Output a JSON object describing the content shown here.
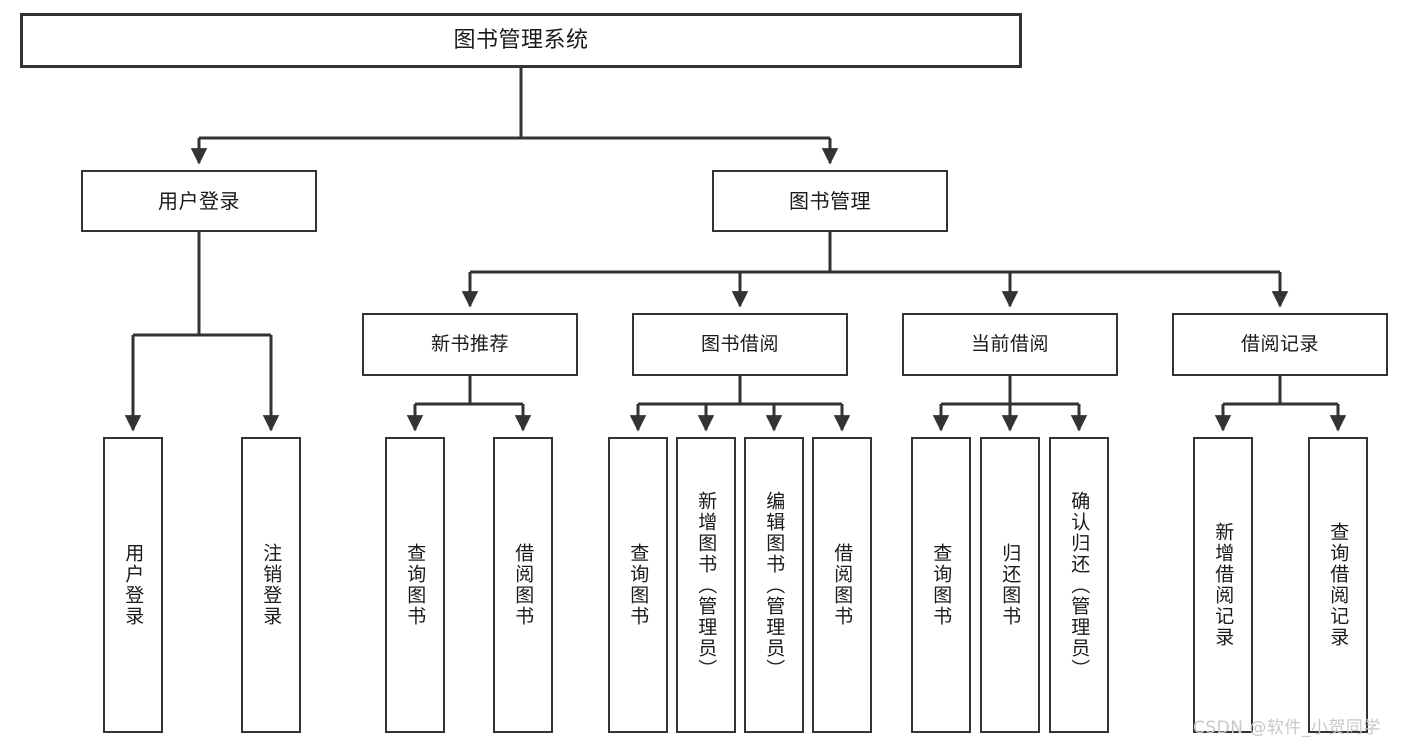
{
  "diagram": {
    "title": "图书管理系统",
    "type": "功能结构图",
    "root": {
      "id": "root",
      "label": "图书管理系统"
    },
    "level1": [
      {
        "id": "user-login",
        "label": "用户登录"
      },
      {
        "id": "book-manage",
        "label": "图书管理"
      }
    ],
    "level2": [
      {
        "id": "new-book-rec",
        "label": "新书推荐",
        "parent": "book-manage"
      },
      {
        "id": "book-borrow",
        "label": "图书借阅",
        "parent": "book-manage"
      },
      {
        "id": "current-borrow",
        "label": "当前借阅",
        "parent": "book-manage"
      },
      {
        "id": "borrow-record",
        "label": "借阅记录",
        "parent": "book-manage"
      }
    ],
    "leaves": [
      {
        "id": "leaf-user-login",
        "label": "用户登录",
        "parent": "user-login"
      },
      {
        "id": "leaf-logout",
        "label": "注销登录",
        "parent": "user-login"
      },
      {
        "id": "leaf-query-book-1",
        "label": "查询图书",
        "parent": "new-book-rec"
      },
      {
        "id": "leaf-borrow-book-1",
        "label": "借阅图书",
        "parent": "new-book-rec"
      },
      {
        "id": "leaf-query-book-2",
        "label": "查询图书",
        "parent": "book-borrow"
      },
      {
        "id": "leaf-add-book",
        "label": "新增图书（管理员）",
        "parent": "book-borrow"
      },
      {
        "id": "leaf-edit-book",
        "label": "编辑图书（管理员）",
        "parent": "book-borrow"
      },
      {
        "id": "leaf-borrow-book-2",
        "label": "借阅图书",
        "parent": "book-borrow"
      },
      {
        "id": "leaf-query-book-3",
        "label": "查询图书",
        "parent": "current-borrow"
      },
      {
        "id": "leaf-return-book",
        "label": "归还图书",
        "parent": "current-borrow"
      },
      {
        "id": "leaf-confirm-return",
        "label": "确认归还（管理员）",
        "parent": "current-borrow"
      },
      {
        "id": "leaf-add-record",
        "label": "新增借阅记录",
        "parent": "borrow-record"
      },
      {
        "id": "leaf-query-record",
        "label": "查询借阅记录",
        "parent": "borrow-record"
      }
    ]
  },
  "watermark": {
    "text": "CSDN @软件_小贺同学",
    "color": "#c9c9c9"
  },
  "style": {
    "stroke": "#333333",
    "background": "#ffffff",
    "text_color": "#1a1a1a"
  }
}
